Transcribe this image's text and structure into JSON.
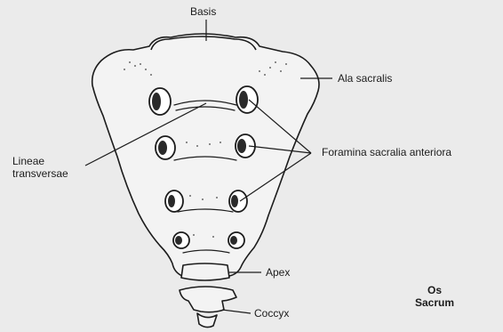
{
  "labels": {
    "basis": "Basis",
    "ala": "Ala sacralis",
    "lineae_1": "Lineae",
    "lineae_2": "transversae",
    "foramina": "Foramina sacralia anteriora",
    "apex": "Apex",
    "coccyx": "Coccyx"
  },
  "title": {
    "line1": "Os",
    "line2": "Sacrum"
  },
  "colors": {
    "background": "#ebebeb",
    "bone_fill": "#f4f4f4",
    "ink": "#1c1c1c"
  }
}
